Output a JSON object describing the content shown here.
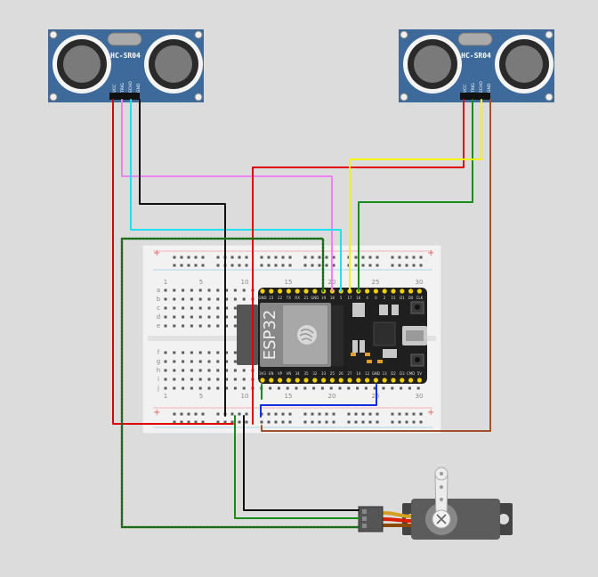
{
  "colors": {
    "background": "#dcdcdc",
    "sensor_board": "#3d6a9a",
    "esp32_board": "#1f1f1f",
    "wire_red": "#e00000",
    "wire_cyan": "#20e0ef",
    "wire_violet": "#ee82ee",
    "wire_black": "#111111",
    "wire_yellow": "#f5f500",
    "wire_green": "#1a8a1a",
    "wire_brown": "#a0522d",
    "wire_blue": "#1030e0",
    "wire_darkgreen": "#1a6e1a"
  },
  "sensor_left": {
    "model": "HC-SR04",
    "pins": [
      "VCC",
      "TRIG",
      "ECHO",
      "GND"
    ]
  },
  "sensor_right": {
    "model": "HC-SR04",
    "pins": [
      "VCC",
      "TRIG",
      "ECHO",
      "GND"
    ]
  },
  "breadboard": {
    "column_labels": [
      "1",
      "5",
      "10",
      "15",
      "20",
      "25",
      "30"
    ],
    "row_labels_top": [
      "a",
      "b",
      "c",
      "d",
      "e"
    ],
    "row_labels_bottom": [
      "f",
      "g",
      "h",
      "i",
      "j"
    ],
    "rail_plus": "+"
  },
  "esp32": {
    "chip_label": "ESP32",
    "top_pins": [
      "GND",
      "23",
      "22",
      "TX",
      "RX",
      "21",
      "GND",
      "19",
      "18",
      "5",
      "17",
      "16",
      "4",
      "0",
      "2",
      "15",
      "D1",
      "D0",
      "CLK"
    ],
    "bottom_pins": [
      "3V3",
      "EN",
      "VP",
      "VN",
      "34",
      "35",
      "32",
      "33",
      "25",
      "26",
      "27",
      "14",
      "12",
      "GND",
      "13",
      "D2",
      "D3",
      "CMD",
      "5V"
    ]
  },
  "servo": {
    "icon": "servo-motor-icon",
    "connector_icon": "servo-connector-icon"
  }
}
